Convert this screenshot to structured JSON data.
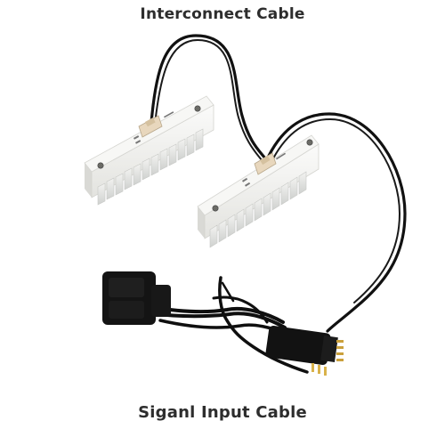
{
  "labels": {
    "top": "Interconnect Cable",
    "bottom": "Siganl Input Cable"
  },
  "colors": {
    "background": "#ffffff",
    "module_body": "#f2f2f0",
    "fins": "#e6e6e3",
    "cable": "#0d0d0d",
    "connector": "#e8d7bd",
    "label_text": "#2d2d2d"
  },
  "objects": [
    "led-module-left",
    "led-module-right",
    "interconnect-cable",
    "signal-input-cable",
    "connector-plug"
  ]
}
